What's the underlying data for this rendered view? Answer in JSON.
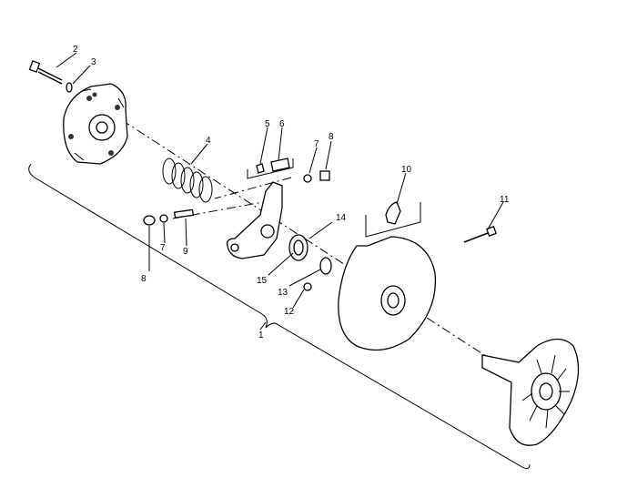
{
  "diagram": {
    "callouts": [
      {
        "id": "c1",
        "text": "1"
      },
      {
        "id": "c2",
        "text": "2"
      },
      {
        "id": "c3",
        "text": "3"
      },
      {
        "id": "c4",
        "text": "4"
      },
      {
        "id": "c5",
        "text": "5"
      },
      {
        "id": "c6",
        "text": "6"
      },
      {
        "id": "c7a",
        "text": "7"
      },
      {
        "id": "c8a",
        "text": "8"
      },
      {
        "id": "c7b",
        "text": "7"
      },
      {
        "id": "c8b",
        "text": "8"
      },
      {
        "id": "c9",
        "text": "9"
      },
      {
        "id": "c10",
        "text": "10"
      },
      {
        "id": "c11",
        "text": "11"
      },
      {
        "id": "c12",
        "text": "12"
      },
      {
        "id": "c13",
        "text": "13"
      },
      {
        "id": "c14",
        "text": "14"
      },
      {
        "id": "c15",
        "text": "15"
      }
    ]
  }
}
